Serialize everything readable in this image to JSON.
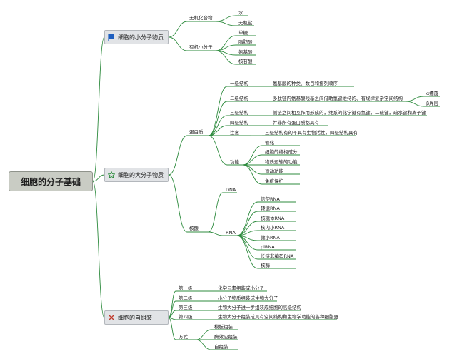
{
  "root": "细胞的分子基础",
  "categories": [
    {
      "label": "细胞的小分子物质",
      "icon": "blue-flag-icon"
    },
    {
      "label": "细胞的大分子物质",
      "icon": "star-icon"
    },
    {
      "label": "细胞的自组装",
      "icon": "tools-icon"
    }
  ],
  "small": {
    "inorganic": "无机化合物",
    "water": "水",
    "salt": "无机盐",
    "organic": "有机小分子",
    "organic_items": [
      "单糖",
      "脂肪酸",
      "氨基酸",
      "核苷酸"
    ]
  },
  "macro": {
    "protein": "蛋白质",
    "primary": "一级结构",
    "primary_desc": "氨基酸的种类、数目和排列顺序",
    "secondary": "二级结构",
    "secondary_desc": "多肽链内氨基酸残基之间借助氢键维持的、有规律复杂空间结构",
    "alpha": "α螺旋",
    "beta": "β片层",
    "tertiary": "三级结构",
    "tertiary_desc": "侧链之间相互作用形成的，维系的化学键有氢键，二硫键，疏水键和离子键",
    "quaternary": "四级结构",
    "quaternary_desc": "并非所有蛋白质都具有",
    "note": "注意",
    "note_desc": "三级结构有的不具有生物活性，四级结构具有",
    "function": "功能",
    "functions": [
      "催化",
      "细胞的结构成分",
      "物质运输的功能",
      "运动功能",
      "免疫保护"
    ],
    "nucleic": "核酸",
    "dna": "DNA",
    "rna": "RNA",
    "rna_items": [
      "信使RNA",
      "转运RNA",
      "核糖体RNA",
      "核内小RNA",
      "微小RNA",
      "piRNA",
      "长链非编码RNA",
      "核酶"
    ]
  },
  "assembly": {
    "levels": [
      {
        "label": "第一级",
        "desc": "化学元素组装成小分子"
      },
      {
        "label": "第二级",
        "desc": "小分子物质组装成生物大分子"
      },
      {
        "label": "第三级",
        "desc": "生物大分子进一步组装成细胞的高级结构"
      },
      {
        "label": "第四级",
        "desc": "生物大分子组装成具有空间结构和生物学功能的各种细胞器"
      }
    ],
    "mode": "方式",
    "modes": [
      "模板组装",
      "酶效应组装",
      "自组装"
    ]
  },
  "colors": {
    "line": "#2e8b3e",
    "flag": "#1f5fbf",
    "star": "#2e8b3e",
    "tools": "#c0392b"
  }
}
